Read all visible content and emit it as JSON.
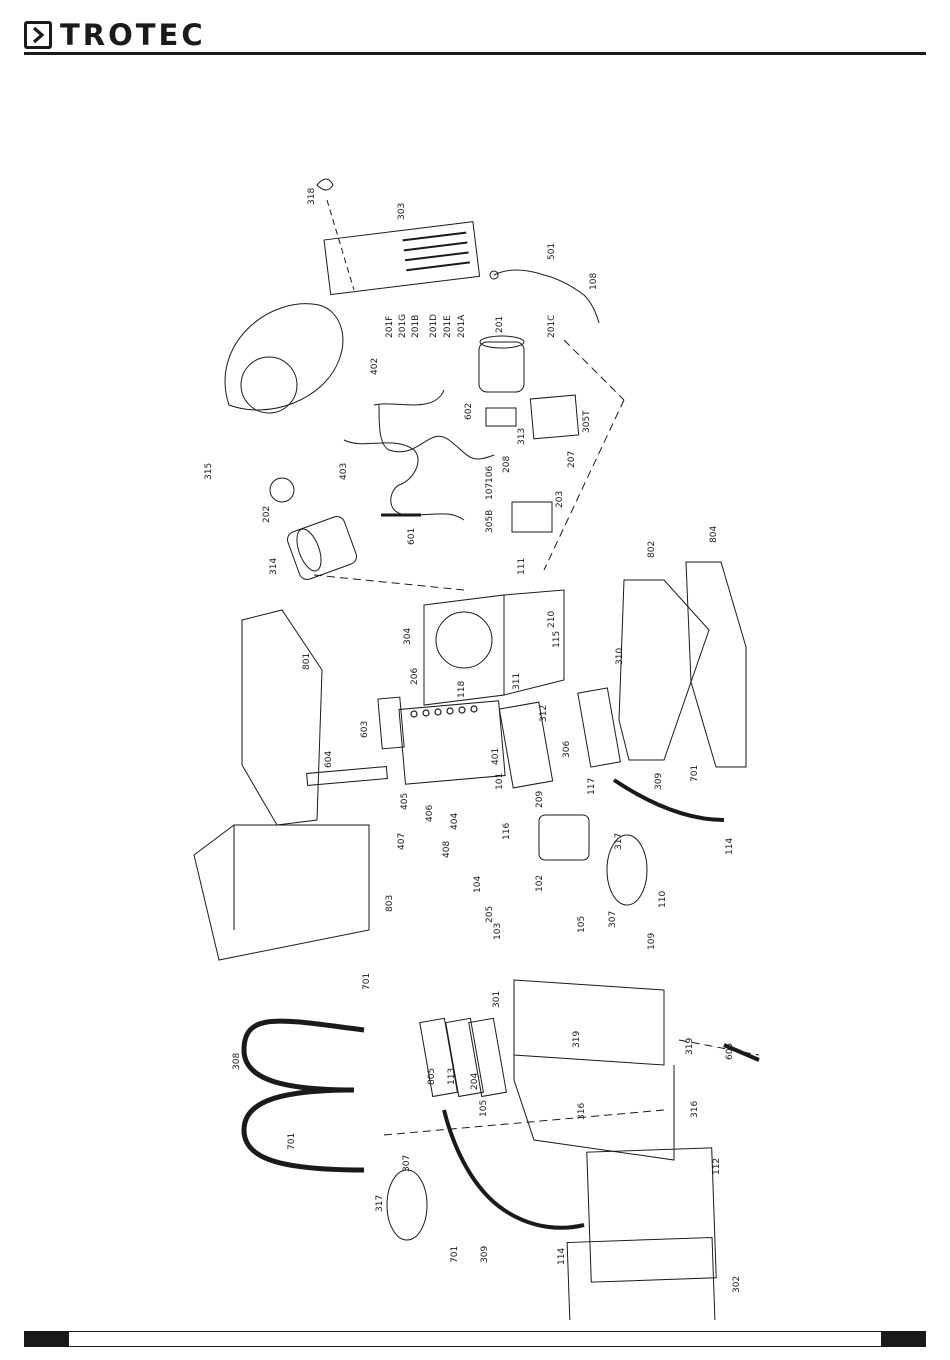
{
  "brand": {
    "name": "TROTEC"
  },
  "parts": [
    "318",
    "303",
    "501",
    "108",
    "201F",
    "201G",
    "201B",
    "201D",
    "201E",
    "201A",
    "201",
    "201C",
    "402",
    "602",
    "305T",
    "315",
    "403",
    "313",
    "208",
    "207",
    "106",
    "107",
    "203",
    "202",
    "601",
    "305B",
    "111",
    "314",
    "802",
    "804",
    "304",
    "210",
    "115",
    "310",
    "206",
    "118",
    "311",
    "801",
    "603",
    "312",
    "306",
    "604",
    "401",
    "101",
    "209",
    "117",
    "309",
    "701",
    "405",
    "406",
    "404",
    "407",
    "116",
    "408",
    "114",
    "317",
    "102",
    "104",
    "205",
    "803",
    "103",
    "105",
    "307",
    "110",
    "109",
    "301",
    "701",
    "319",
    "319",
    "605",
    "805",
    "113",
    "204",
    "308",
    "105",
    "316",
    "316",
    "307",
    "112",
    "317",
    "309",
    "701",
    "114",
    "302",
    "701"
  ]
}
